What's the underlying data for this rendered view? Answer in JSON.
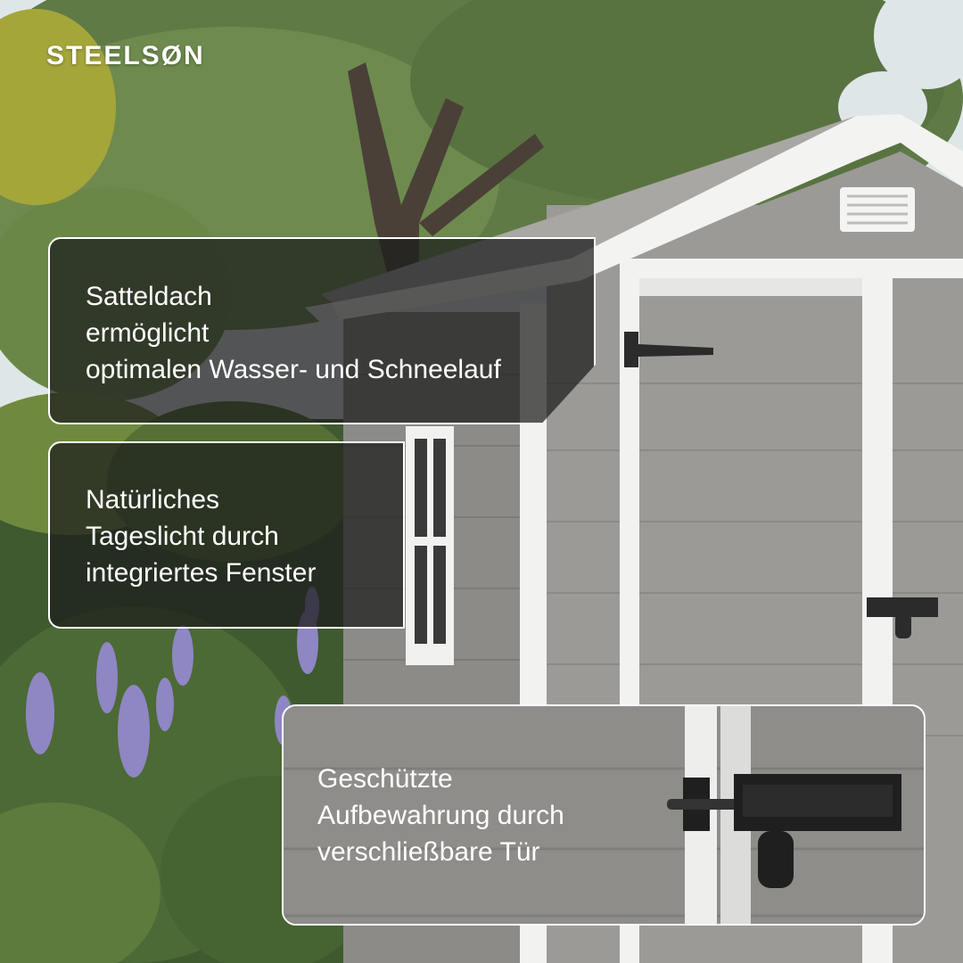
{
  "brand": {
    "name": "STEELSØN"
  },
  "callouts": [
    {
      "lines": [
        "Satteldach",
        "ermöglicht",
        "optimalen Wasser- und Schneelauf"
      ]
    },
    {
      "lines": [
        "Natürliches",
        "Tageslicht durch",
        "integriertes Fenster"
      ]
    },
    {
      "lines": [
        "Geschützte",
        "Aufbewahrung durch",
        "verschließbare Tür"
      ]
    }
  ],
  "colors": {
    "shed_panel": "#9c9a97",
    "shed_trim": "#f2f2f0",
    "roof": "#a8a7a4",
    "foliage": "#4f6b3a",
    "lavender": "#8f86c4",
    "callout_bg": "#1c1c1c"
  }
}
